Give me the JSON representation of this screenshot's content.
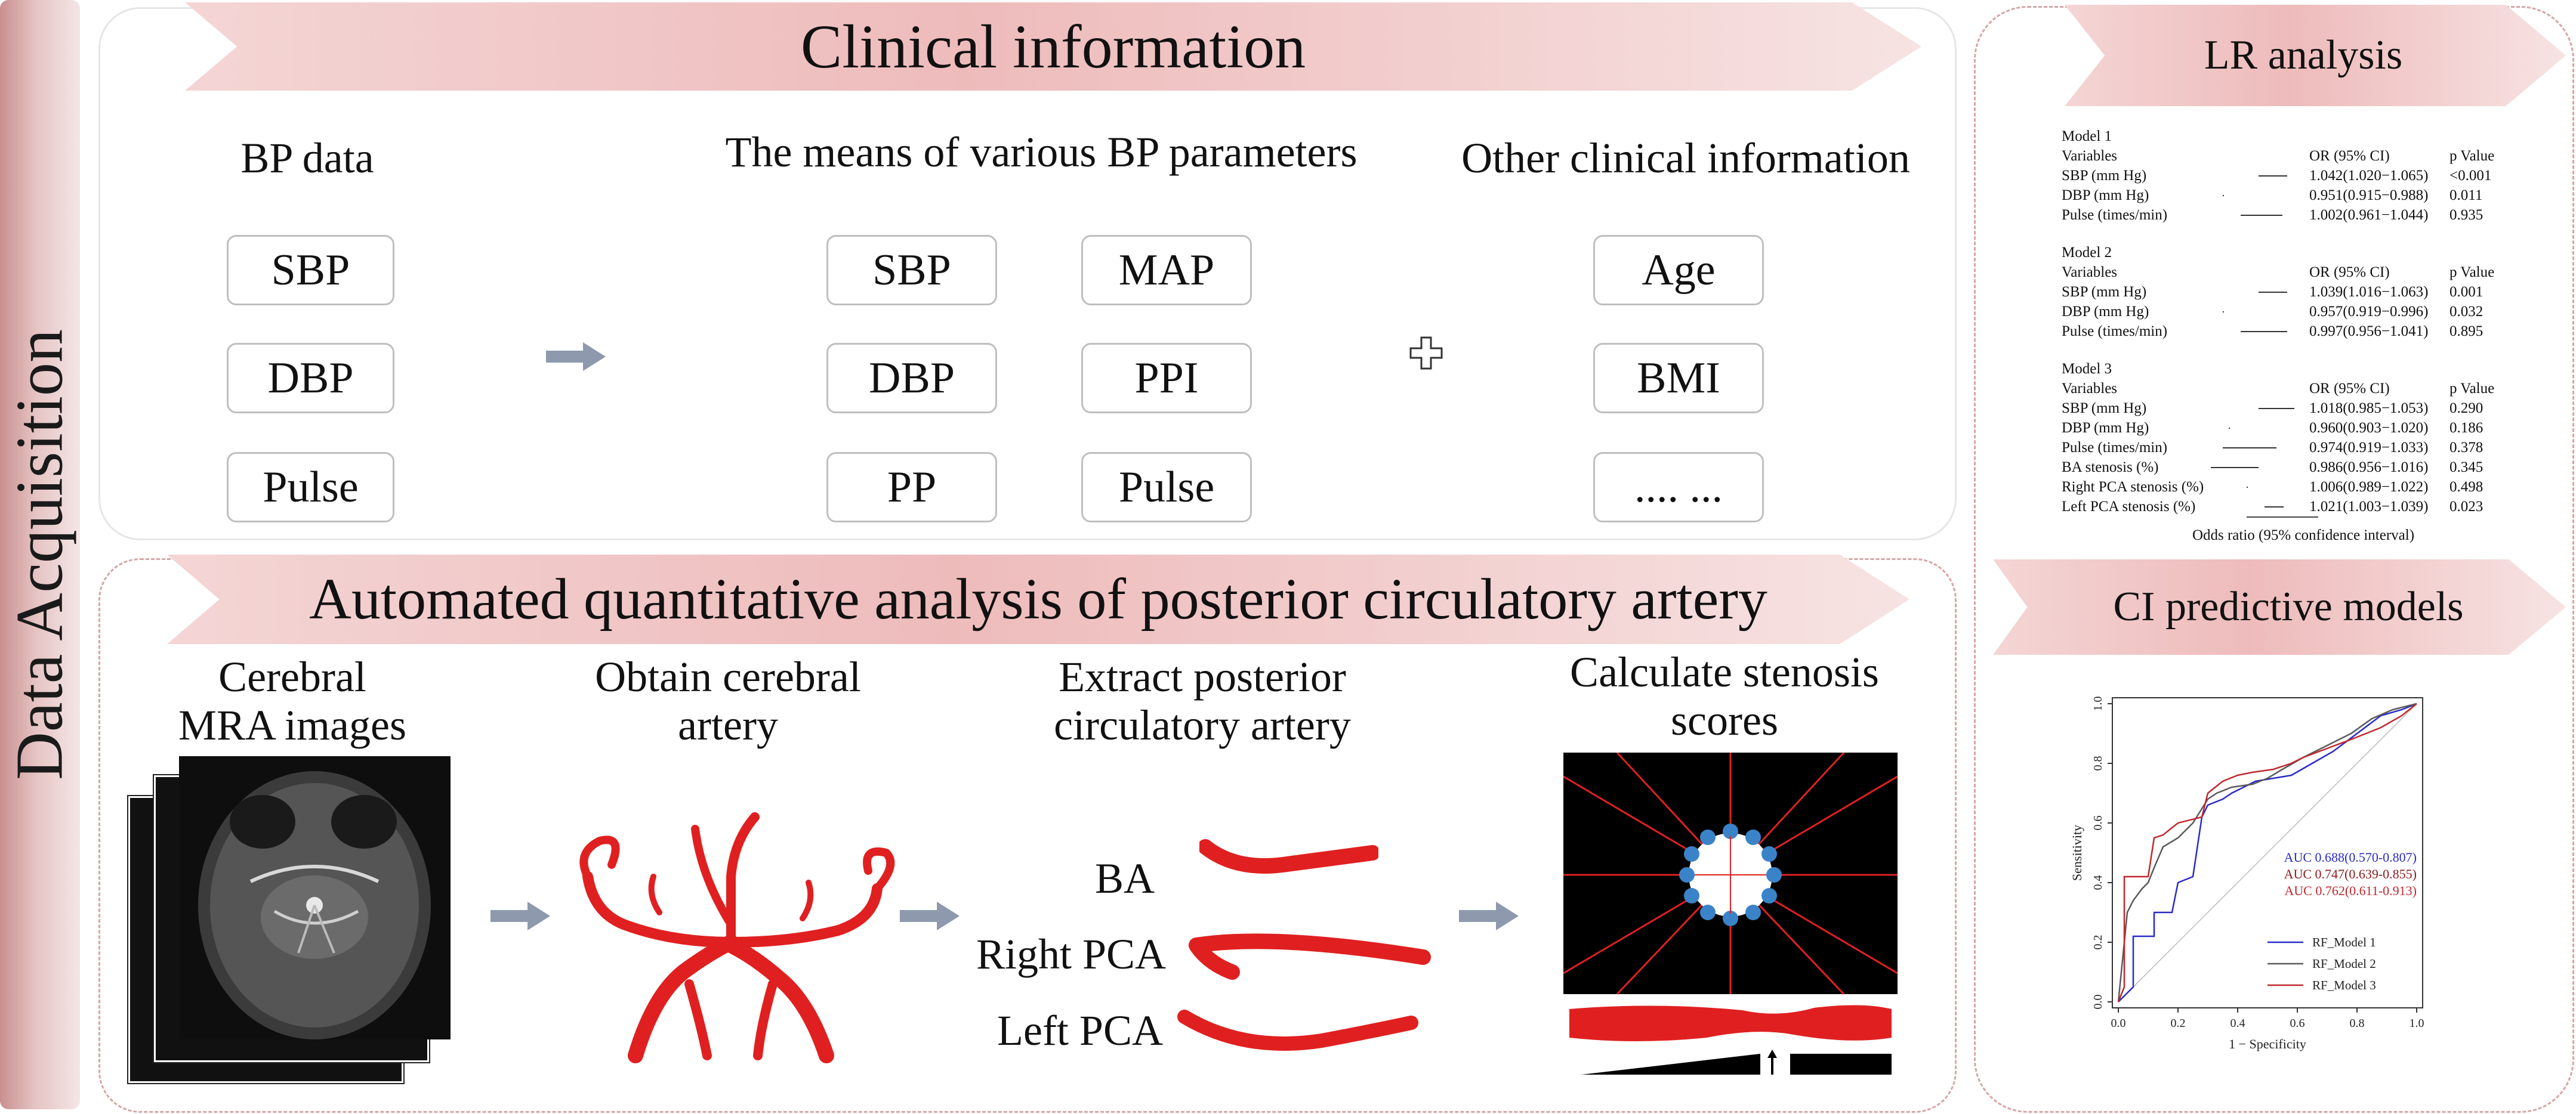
{
  "side_label": "Data Acquisition",
  "clinical": {
    "title": "Clinical information",
    "bp_data": {
      "heading": "BP data",
      "items": [
        "SBP",
        "DBP",
        "Pulse"
      ]
    },
    "means": {
      "heading": "The means of various BP parameters",
      "left": [
        "SBP",
        "DBP",
        "PP"
      ],
      "right": [
        "MAP",
        "PPI",
        "Pulse"
      ]
    },
    "other": {
      "heading": "Other clinical information",
      "items": [
        "Age",
        "BMI",
        ".... ..."
      ]
    }
  },
  "automated": {
    "title": "Automated quantitative analysis of posterior circulatory artery",
    "step1": "Cerebral\nMRA images",
    "step2": "Obtain cerebral\nartery",
    "step3": "Extract posterior\ncirculatory artery",
    "step4": "Calculate stenosis\nscores",
    "arteries": [
      "BA",
      "Right PCA",
      "Left PCA"
    ]
  },
  "lr": {
    "title": "LR analysis",
    "header": {
      "or": "OR (95% CI)",
      "p": "p Value"
    },
    "models": [
      {
        "name": "Model 1",
        "variables_label": "Variables",
        "rows": [
          {
            "var": "SBP (mm Hg)",
            "or": "1.042(1.020−1.065)",
            "p": "<0.001"
          },
          {
            "var": "DBP (mm Hg)",
            "or": "0.951(0.915−0.988)",
            "p": "0.011"
          },
          {
            "var": "Pulse (times/min)",
            "or": "1.002(0.961−1.044)",
            "p": "0.935"
          }
        ]
      },
      {
        "name": "Model 2",
        "variables_label": "Variables",
        "rows": [
          {
            "var": "SBP (mm Hg)",
            "or": "1.039(1.016−1.063)",
            "p": "0.001"
          },
          {
            "var": "DBP (mm Hg)",
            "or": "0.957(0.919−0.996)",
            "p": "0.032"
          },
          {
            "var": "Pulse (times/min)",
            "or": "0.997(0.956−1.041)",
            "p": "0.895"
          }
        ]
      },
      {
        "name": "Model 3",
        "variables_label": "Variables",
        "rows": [
          {
            "var": "SBP (mm Hg)",
            "or": "1.018(0.985−1.053)",
            "p": "0.290"
          },
          {
            "var": "DBP (mm Hg)",
            "or": "0.960(0.903−1.020)",
            "p": "0.186"
          },
          {
            "var": "Pulse (times/min)",
            "or": "0.974(0.919−1.033)",
            "p": "0.378"
          },
          {
            "var": "BA stenosis (%)",
            "or": "0.986(0.956−1.016)",
            "p": "0.345"
          },
          {
            "var": "Right PCA stenosis (%)",
            "or": "1.006(0.989−1.022)",
            "p": "0.498"
          },
          {
            "var": "Left PCA stenosis (%)",
            "or": "1.021(1.003−1.039)",
            "p": "0.023"
          }
        ]
      }
    ],
    "x_axis_label": "Odds ratio (95% confidence interval)"
  },
  "ci": {
    "title": "CI predictive models",
    "chart_data": {
      "type": "line",
      "xlabel": "1 − Specificity",
      "ylabel": "Sensitivity",
      "xlim": [
        0,
        1
      ],
      "ylim": [
        0,
        1
      ],
      "xticks": [
        "0.0",
        "0.2",
        "0.4",
        "0.6",
        "0.8",
        "1.0"
      ],
      "yticks": [
        "0.0",
        "0.2",
        "0.4",
        "0.6",
        "0.8",
        "1.0"
      ],
      "auc_labels": [
        "AUC 0.688(0.570-0.807)",
        "AUC 0.747(0.639-0.855)",
        "AUC 0.762(0.611-0.913)"
      ],
      "auc_colors": [
        "#2a2ac8",
        "#8b1a1a",
        "#c0282e"
      ],
      "series": [
        {
          "name": "RF_Model 1",
          "color": "#2a2ac8",
          "x": [
            0,
            0.05,
            0.05,
            0.12,
            0.12,
            0.18,
            0.2,
            0.25,
            0.28,
            0.3,
            0.35,
            0.38,
            0.42,
            0.46,
            0.52,
            0.58,
            0.65,
            0.72,
            0.8,
            0.88,
            0.95,
            1
          ],
          "y": [
            0,
            0.05,
            0.22,
            0.22,
            0.3,
            0.3,
            0.4,
            0.42,
            0.62,
            0.66,
            0.68,
            0.7,
            0.72,
            0.74,
            0.75,
            0.76,
            0.8,
            0.84,
            0.9,
            0.96,
            0.98,
            1
          ]
        },
        {
          "name": "RF_Model 2",
          "color": "#5a5a5a",
          "x": [
            0,
            0.03,
            0.05,
            0.08,
            0.1,
            0.12,
            0.15,
            0.2,
            0.25,
            0.3,
            0.33,
            0.38,
            0.45,
            0.5,
            0.55,
            0.62,
            0.7,
            0.78,
            0.85,
            0.92,
            1
          ],
          "y": [
            0,
            0.3,
            0.34,
            0.38,
            0.4,
            0.45,
            0.52,
            0.55,
            0.6,
            0.68,
            0.7,
            0.72,
            0.73,
            0.75,
            0.78,
            0.82,
            0.86,
            0.9,
            0.95,
            0.98,
            1
          ]
        },
        {
          "name": "RF_Model 3",
          "color": "#c0282e",
          "x": [
            0,
            0.02,
            0.02,
            0.1,
            0.12,
            0.15,
            0.2,
            0.28,
            0.3,
            0.35,
            0.4,
            0.45,
            0.52,
            0.58,
            0.62,
            0.7,
            0.78,
            0.88,
            0.95,
            1
          ],
          "y": [
            0,
            0.05,
            0.42,
            0.42,
            0.55,
            0.56,
            0.6,
            0.62,
            0.7,
            0.74,
            0.76,
            0.77,
            0.78,
            0.8,
            0.82,
            0.85,
            0.88,
            0.92,
            0.96,
            1
          ]
        }
      ]
    }
  },
  "colors": {
    "accent": "#d7a5a5",
    "banner": "#eebbbb",
    "artery": "#e02020",
    "arrow": "#8e99ad"
  }
}
